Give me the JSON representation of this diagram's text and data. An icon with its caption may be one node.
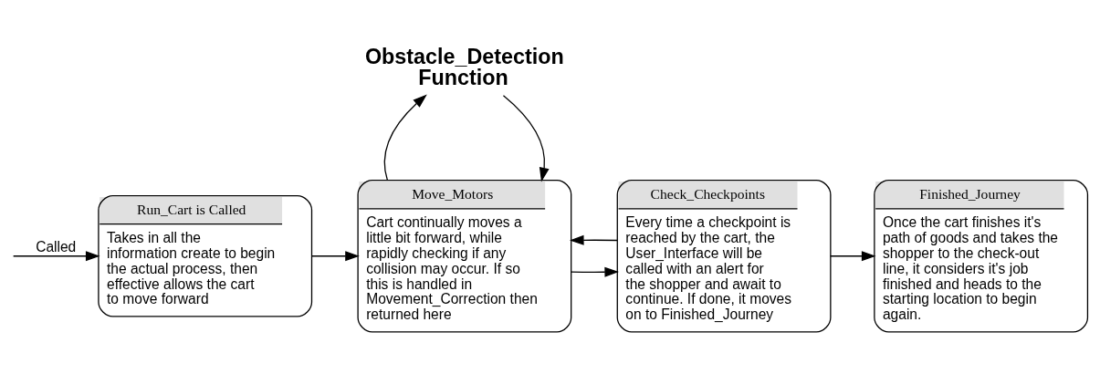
{
  "diagram": {
    "nodes": [
      {
        "text": [
          "Run_Cart is Called",
          "Takes in all the information create to begin the actual process, then effective allows the cart to move forward"
        ]
      },
      {
        "text": [
          "Move_Motors",
          "Cart continually moves a little bit forward, while rapidly checking if any collision may occur. If so this is handled in Movement_Correction then returned here"
        ]
      },
      {
        "text": [
          "Check_Checkpoints",
          "Every time a checkpoint is reached by the cart, the User_Interface will be called with an alert for the shopper and await to continue. If done, it moves on to Finished_Journey"
        ]
      },
      {
        "text": [
          "Finished_Journey",
          "Once the cart finishes it's path of goods and takes the shopper to the check-out line, it considers it's job finished and heads to the starting location to begin again."
        ]
      },
      {
        "text": [
          "Obstacle_Detection Function"
        ]
      }
    ],
    "edges": [
      {
        "from": null,
        "to": 0,
        "arrow": "to",
        "label": "Called"
      },
      {
        "from": 0,
        "to": 1,
        "arrow": "to"
      },
      {
        "from": 1,
        "to": 2,
        "arrow": "to"
      },
      {
        "from": 2,
        "to": 1,
        "arrow": "to"
      },
      {
        "from": 2,
        "to": 3,
        "arrow": "to"
      },
      {
        "from": 4,
        "to": 1,
        "arrow": "to"
      },
      {
        "from": 1,
        "to": 4,
        "arrow": "to"
      }
    ]
  }
}
